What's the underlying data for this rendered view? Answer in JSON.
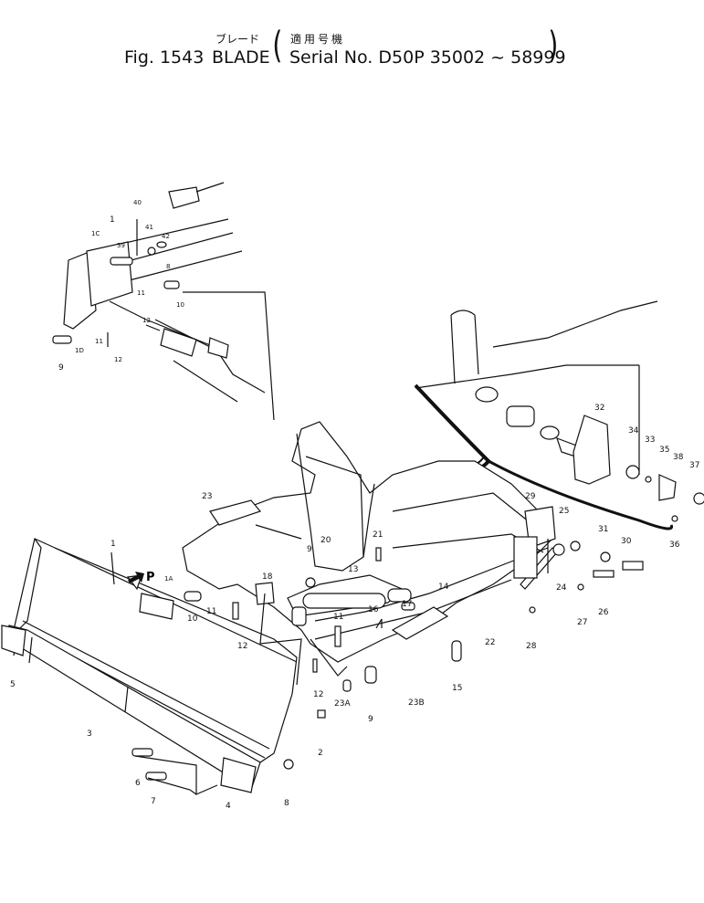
{
  "header": {
    "fig_label": "Fig. 1543",
    "title_ja": "ブレード",
    "title_en": "BLADE",
    "serial_ja": "適用号機",
    "serial_text": "Serial No. D50P 35002 ~ 58999",
    "paren_open": "(",
    "paren_close": ")"
  },
  "arrow_label": "P",
  "part_labels": {
    "p1a": "1",
    "p1b": "1",
    "p1c": "1C",
    "p1d": "1D",
    "p1e": "1A",
    "p2": "2",
    "p3": "3",
    "p4": "4",
    "p5": "5",
    "p6": "6",
    "p7": "7",
    "p8a": "8",
    "p8b": "8",
    "p9a": "9",
    "p9b": "9",
    "p9c": "9",
    "p10a": "10",
    "p10b": "10",
    "p11a": "11",
    "p11b": "11",
    "p11c": "11",
    "p11d": "11",
    "p12a": "12",
    "p12b": "12",
    "p12c": "12",
    "p12d": "12",
    "p13": "13",
    "p14": "14",
    "p15": "15",
    "p16": "16",
    "p17": "17",
    "p18": "18",
    "p20": "20",
    "p21": "21",
    "p22": "22",
    "p23": "23",
    "p23a": "23A",
    "p23b": "23B",
    "p24": "24",
    "p25": "25",
    "p26": "26",
    "p27": "27",
    "p28": "28",
    "p29": "29",
    "p30": "30",
    "p31": "31",
    "p32": "32",
    "p33": "33",
    "p34": "34",
    "p35": "35",
    "p36": "36",
    "p37": "37",
    "p38": "38",
    "p39": "39",
    "p40": "40",
    "p41": "41",
    "p42": "42"
  }
}
